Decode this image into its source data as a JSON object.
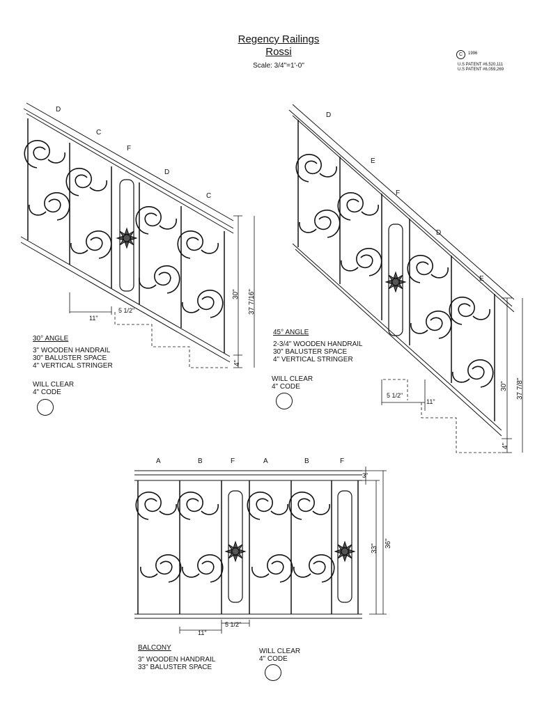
{
  "header": {
    "title": "Regency Railings",
    "subtitle": "Rossi",
    "scale": "Scale:  3/4\"=1'-0\"",
    "copyright_symbol": "C",
    "copyright_year": "1996",
    "patent1": "U.S PATENT #6,520,111",
    "patent2": "U.S PATENT #6,059,269"
  },
  "stair30": {
    "panel_labels": [
      "D",
      "C",
      "F",
      "D",
      "C"
    ],
    "heading": "30° ANGLE",
    "specs": [
      "3\" WOODEN HANDRAIL",
      "30\" BALUSTER SPACE",
      "4\" VERTICAL STRINGER"
    ],
    "clear": [
      "WILL CLEAR",
      "4\" CODE"
    ],
    "dim_11": "11\"",
    "dim_5half": "5 1/2\"",
    "dim_30": "30\"",
    "dim_total": "37 7/16\"",
    "dim_4": "4\""
  },
  "stair45": {
    "panel_labels": [
      "D",
      "E",
      "F",
      "D",
      "E"
    ],
    "heading": "45° ANGLE",
    "specs": [
      "2-3/4\" WOODEN HANDRAIL",
      "30\" BALUSTER SPACE",
      "4\" VERTICAL STRINGER"
    ],
    "clear": [
      "WILL CLEAR",
      "4\" CODE"
    ],
    "dim_5half": "5 1/2\"",
    "dim_11": "11\"",
    "dim_30": "30\"",
    "dim_total": "37 7/8\"",
    "dim_4": "4\""
  },
  "balcony": {
    "panel_labels": [
      "A",
      "B",
      "F",
      "A",
      "B",
      "F"
    ],
    "heading": "BALCONY",
    "specs": [
      "3\" WOODEN HANDRAIL",
      "33\" BALUSTER SPACE"
    ],
    "clear": [
      "WILL CLEAR",
      "4\" CODE"
    ],
    "dim_3": "3\"",
    "dim_33": "33\"",
    "dim_36": "36\"",
    "dim_5half": "5 1/2\"",
    "dim_11": "11\""
  }
}
